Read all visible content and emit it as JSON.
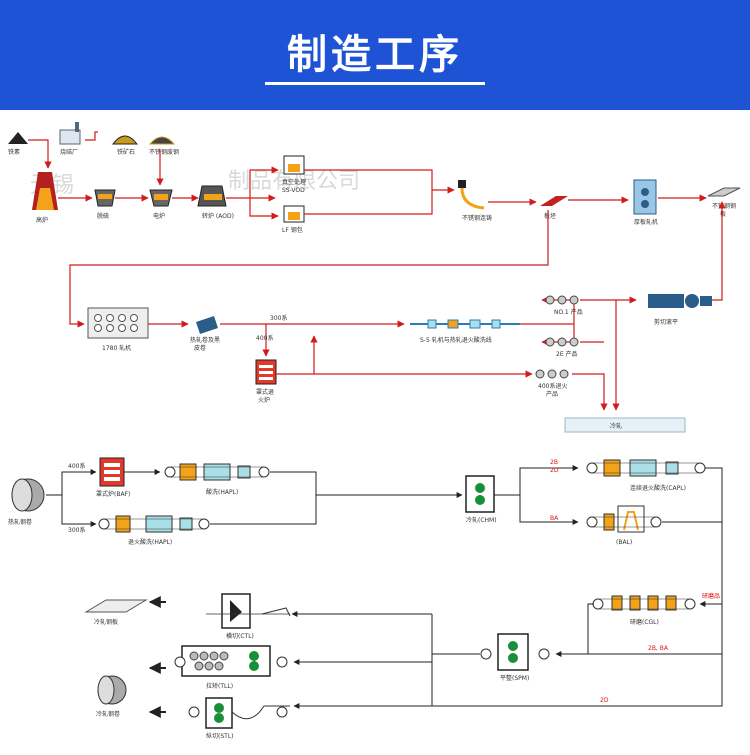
{
  "header": {
    "title": "制造工序"
  },
  "watermark": {
    "left": "无锡",
    "right": "制品有限公司"
  },
  "top_flow": {
    "raw_materials": [
      "铁素",
      "烧结厂",
      "铁矿石",
      "不锈钢废钢"
    ],
    "units": {
      "blast_furnace": "高炉",
      "desulfurization": "脱硫",
      "eaf": "电炉",
      "aod": "转炉\n(AOD)",
      "vod": "真空处理\nSS-VOD",
      "lf": "LF 钢包",
      "continuous_caster": "不锈钢连铸",
      "slab": "板坯",
      "rough_mill": "厚板轧机",
      "stainless_plate": "不锈钢钢板",
      "hot_mill": "1780 轧机",
      "hot_coil": "热轧卷及黑皮卷",
      "batch_furnace": "罩式退火炉",
      "ap_line": "S-5 轧机与热轧退火酸洗线",
      "no1_product": "NO.1 产品",
      "2e_product": "2E 产品",
      "400_product": "400系退火产品",
      "slitter": "剪切滚平",
      "cold_mill": "冷轧",
      "series_300": "300系",
      "series_400": "400系"
    }
  },
  "bottom_flow": {
    "units": {
      "hot_coil": "热轧钢卷",
      "baf": "罩式炉(BAF)",
      "hapl_1": "酸洗(HAPL)",
      "hapl_2": "退火酸洗(HAPL)",
      "cold_mill": "冷轧(CHM)",
      "capl": "连续退火酸洗(CAPL)",
      "bal": "(BAL)",
      "cgl": "研磨(CGL)",
      "spm": "平整(SPM)",
      "ctl": "横切(CTL)",
      "tll": "拉矫(TLL)",
      "stl": "纵切(STL)",
      "cold_sheet": "冷轧钢板",
      "cold_coil": "冷轧钢卷"
    },
    "routes": {
      "series_400": "400系",
      "series_300": "300系",
      "r_2b_2d": "2B\n2D",
      "r_ba": "BA",
      "r_grind": "研磨品",
      "r_2b_ba": "2B, BA",
      "r_2d": "2D"
    }
  },
  "colors": {
    "banner": "#1e53d6",
    "arrow": "#d11c1c",
    "unit_yellow": "#f2a31a",
    "unit_cyan": "#a9dfe6",
    "unit_red": "#e23a2a"
  }
}
